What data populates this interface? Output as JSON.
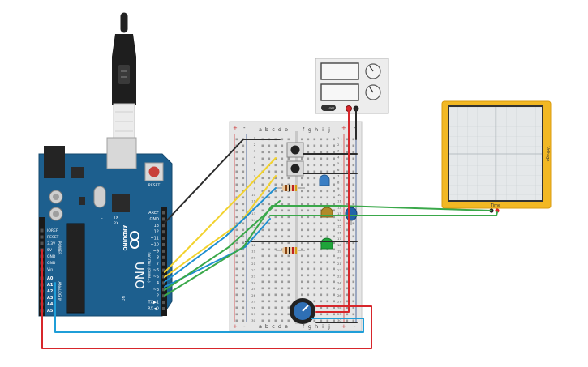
{
  "arduino": {
    "reset_label": "RESET",
    "model": "UNO",
    "brand": "ARDUINO",
    "tx_label": "TX",
    "rx_label": "RX",
    "l_label": "L",
    "on_label": "ON",
    "digital_header": "DIGITAL (PWM~)",
    "analog_header": "ANALOG IN",
    "power_header": "POWER",
    "digital_pins": [
      "AREF",
      "GND",
      "13",
      "12",
      "~11",
      "~10",
      "~9",
      "8",
      "7",
      "~6",
      "~5",
      "4",
      "~3",
      "2",
      "TX▶1",
      "RX◀0"
    ],
    "power_pins": [
      "IOREF",
      "RESET",
      "3.3V",
      "5V",
      "GND",
      "GND",
      "Vin"
    ],
    "analog_pins": [
      "A0",
      "A1",
      "A2",
      "A3",
      "A4",
      "A5"
    ]
  },
  "breadboard": {
    "columns_left": [
      "a",
      "b",
      "c",
      "d",
      "e"
    ],
    "columns_right": [
      "f",
      "g",
      "h",
      "i",
      "j"
    ],
    "rail_plus": "+",
    "rail_minus": "-"
  },
  "power_supply": {
    "display_top": "",
    "display_bottom": "",
    "switch_label": "OFF"
  },
  "oscilloscope": {
    "x_label": "Time",
    "y_label": "Voltage"
  },
  "colors": {
    "arduino_board": "#1d5f8e",
    "breadboard": "#e6e6e6",
    "wire_black": "#2b2b2b",
    "wire_yellow": "#f2d22e",
    "wire_blue": "#1f8fd0",
    "wire_green": "#3aa84a",
    "wire_red": "#d7262b",
    "wire_cyan": "#1f9ed8",
    "oscilloscope_frame": "#f2b824",
    "led_green": "#1fa53a",
    "capacitor": "#1f63a8"
  }
}
